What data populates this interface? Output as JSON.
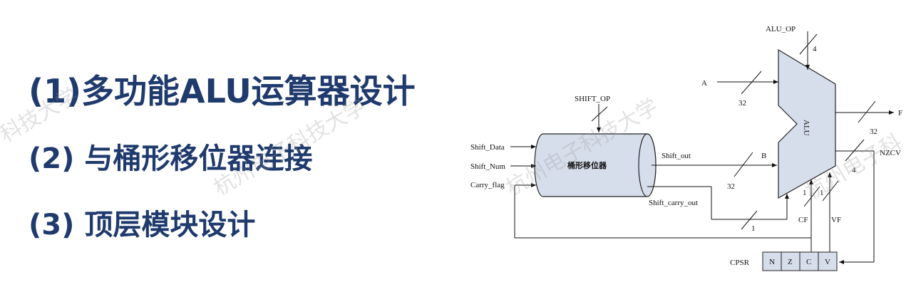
{
  "headings": {
    "item1": "(1)多功能ALU运算器设计",
    "item2": "(2) 与桶形移位器连接",
    "item3": "(3) 顶层模块设计"
  },
  "watermark": {
    "text1": "科技大学",
    "text2": "杭州电子科技大学",
    "text3": "杭州电子科"
  },
  "diagram": {
    "alu_op": "ALU_OP",
    "alu_op_width": "4",
    "input_a": "A",
    "input_a_width": "32",
    "alu_label": "ALU",
    "output_f": "F",
    "output_f_width": "32",
    "nzcv": "NZCV",
    "nzcv_width": "4",
    "shift_op": "SHIFT_OP",
    "shifter_label": "桶形移位器",
    "shift_data": "Shift_Data",
    "shift_num": "Shift_Num",
    "carry_flag": "Carry_flag",
    "shift_out": "Shift_out",
    "input_b": "B",
    "input_b_width": "32",
    "shift_carry_out": "Shift_carry_out",
    "shift_carry_width": "1",
    "cf_width": "1",
    "vf_width": "1",
    "cf": "CF",
    "vf": "VF",
    "cpsr": "CPSR",
    "cpsr_bits": [
      "N",
      "Z",
      "C",
      "V"
    ]
  }
}
